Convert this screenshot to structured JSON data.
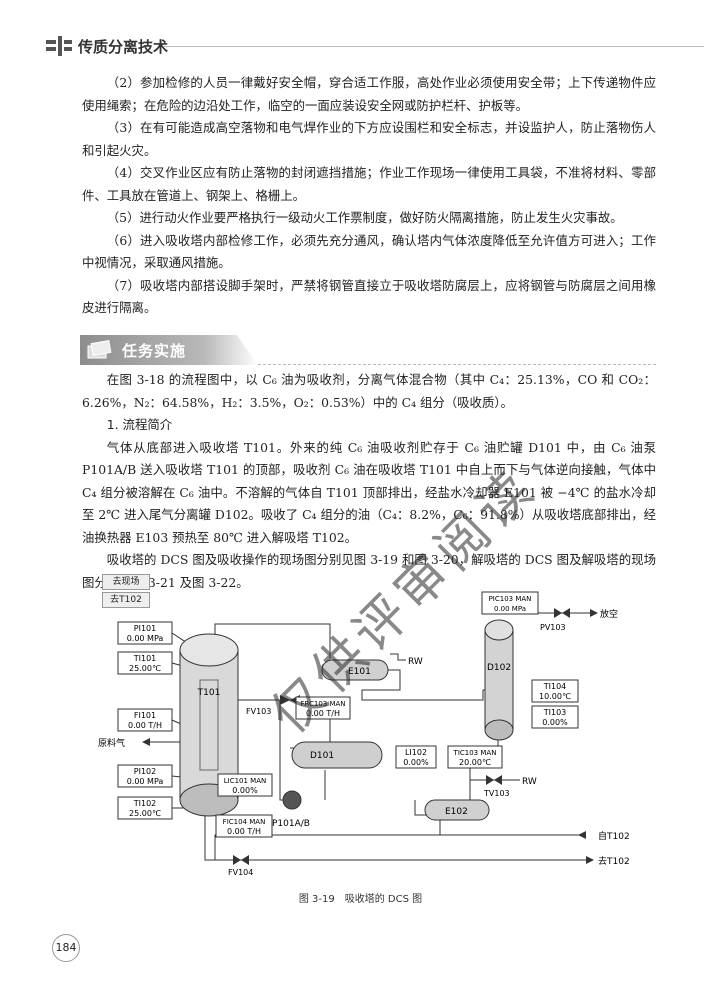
{
  "header": {
    "title": "传质分离技术"
  },
  "paragraphs": [
    "（2）参加检修的人员一律戴好安全帽，穿合适工作服，高处作业必须使用安全带；上下传递物件应使用绳索；在危险的边沿处工作，临空的一面应装设安全网或防护栏杆、护板等。",
    "（3）在有可能造成高空落物和电气焊作业的下方应设围栏和安全标志，并设监护人，防止落物伤人和引起火灾。",
    "（4）交叉作业区应有防止落物的封闭遮挡措施；作业工作现场一律使用工具袋，不准将材料、零部件、工具放在管道上、钢架上、格栅上。",
    "（5）进行动火作业要严格执行一级动火工作票制度，做好防火隔离措施，防止发生火灾事故。",
    "（6）进入吸收塔内部检修工作，必须先充分通风，确认塔内气体浓度降低至允许值方可进入；工作中视情况，采取通风措施。",
    "（7）吸收塔内部搭设脚手架时，严禁将钢管直接立于吸收塔防腐层上，应将钢管与防腐层之间用橡皮进行隔离。"
  ],
  "section": {
    "title": "任务实施"
  },
  "paragraphs2": {
    "p1": "在图 3-18 的流程图中，以 C₆ 油为吸收剂，分离气体混合物（其中 C₄：25.13%，CO 和 CO₂：6.26%，N₂：64.58%，H₂：3.5%，O₂：0.53%）中的 C₄ 组分（吸收质）。",
    "h1": "1. 流程简介",
    "p2": "气体从底部进入吸收塔 T101。外来的纯 C₆ 油吸收剂贮存于 C₆ 油贮罐 D101 中，由 C₆ 油泵 P101A/B 送入吸收塔 T101 的顶部，吸收剂 C₆ 油在吸收塔 T101 中自上而下与气体逆向接触，气体中 C₄ 组分被溶解在 C₆ 油中。不溶解的气体自 T101 顶部排出，经盐水冷却器 E101 被 −4℃ 的盐水冷却至 2℃ 进入尾气分离罐 D102。吸收了 C₄ 组分的油（C₄：8.2%，C₆：91.8%）从吸收塔底部排出，经油换热器 E103 预热至 80℃ 进入解吸塔 T102。",
    "p3": "吸收塔的 DCS 图及吸收操作的现场图分别见图 3-19 和图 3-20，解吸塔的 DCS 图及解吸塔的现场图分别见图 3-21 及图 3-22。"
  },
  "diagram": {
    "buttons": [
      "去现场",
      "去T102"
    ],
    "instruments": {
      "pi101": {
        "tag": "PI101",
        "value": "0.00 MPa"
      },
      "ti101": {
        "tag": "TI101",
        "value": "25.00℃"
      },
      "fi101": {
        "tag": "FI101",
        "value": "0.00 T/H"
      },
      "pi102": {
        "tag": "PI102",
        "value": "0.00 MPa"
      },
      "ti102": {
        "tag": "TI102",
        "value": "25.00℃"
      },
      "frc103": {
        "tag": "FRC103 MAN",
        "value": "0.00 T/H"
      },
      "lic101": {
        "tag": "LIC101 MAN",
        "value": "0.00%"
      },
      "fic104": {
        "tag": "FIC104 MAN",
        "value": "0.00 T/H"
      },
      "li102": {
        "tag": "LI102",
        "value": "0.00%"
      },
      "pic103": {
        "tag": "PIC103 MAN",
        "value": "0.00 MPa"
      },
      "ti104": {
        "tag": "TI104",
        "value": "10.00℃"
      },
      "ti103": {
        "tag": "TI103",
        "value": "0.00%"
      },
      "tic103": {
        "tag": "TIC103 MAN",
        "value": "20.00℃"
      }
    },
    "equipment": {
      "t101": "T101",
      "e101": "E101",
      "d101": "D101",
      "d102": "D102",
      "e102": "E102",
      "p101": "P101A/B"
    },
    "valves": {
      "fv103": "FV103",
      "fv104": "FV104",
      "pv103": "PV103",
      "tv103": "TV103"
    },
    "streams": {
      "rw1": "RW",
      "rw2": "RW",
      "vent": "放空",
      "feed": "原料气",
      "from_t102": "自T102",
      "to_t102": "去T102"
    }
  },
  "caption": "图 3-19　吸收塔的 DCS 图",
  "page_number": "184",
  "watermark": "仅供评审阅读"
}
